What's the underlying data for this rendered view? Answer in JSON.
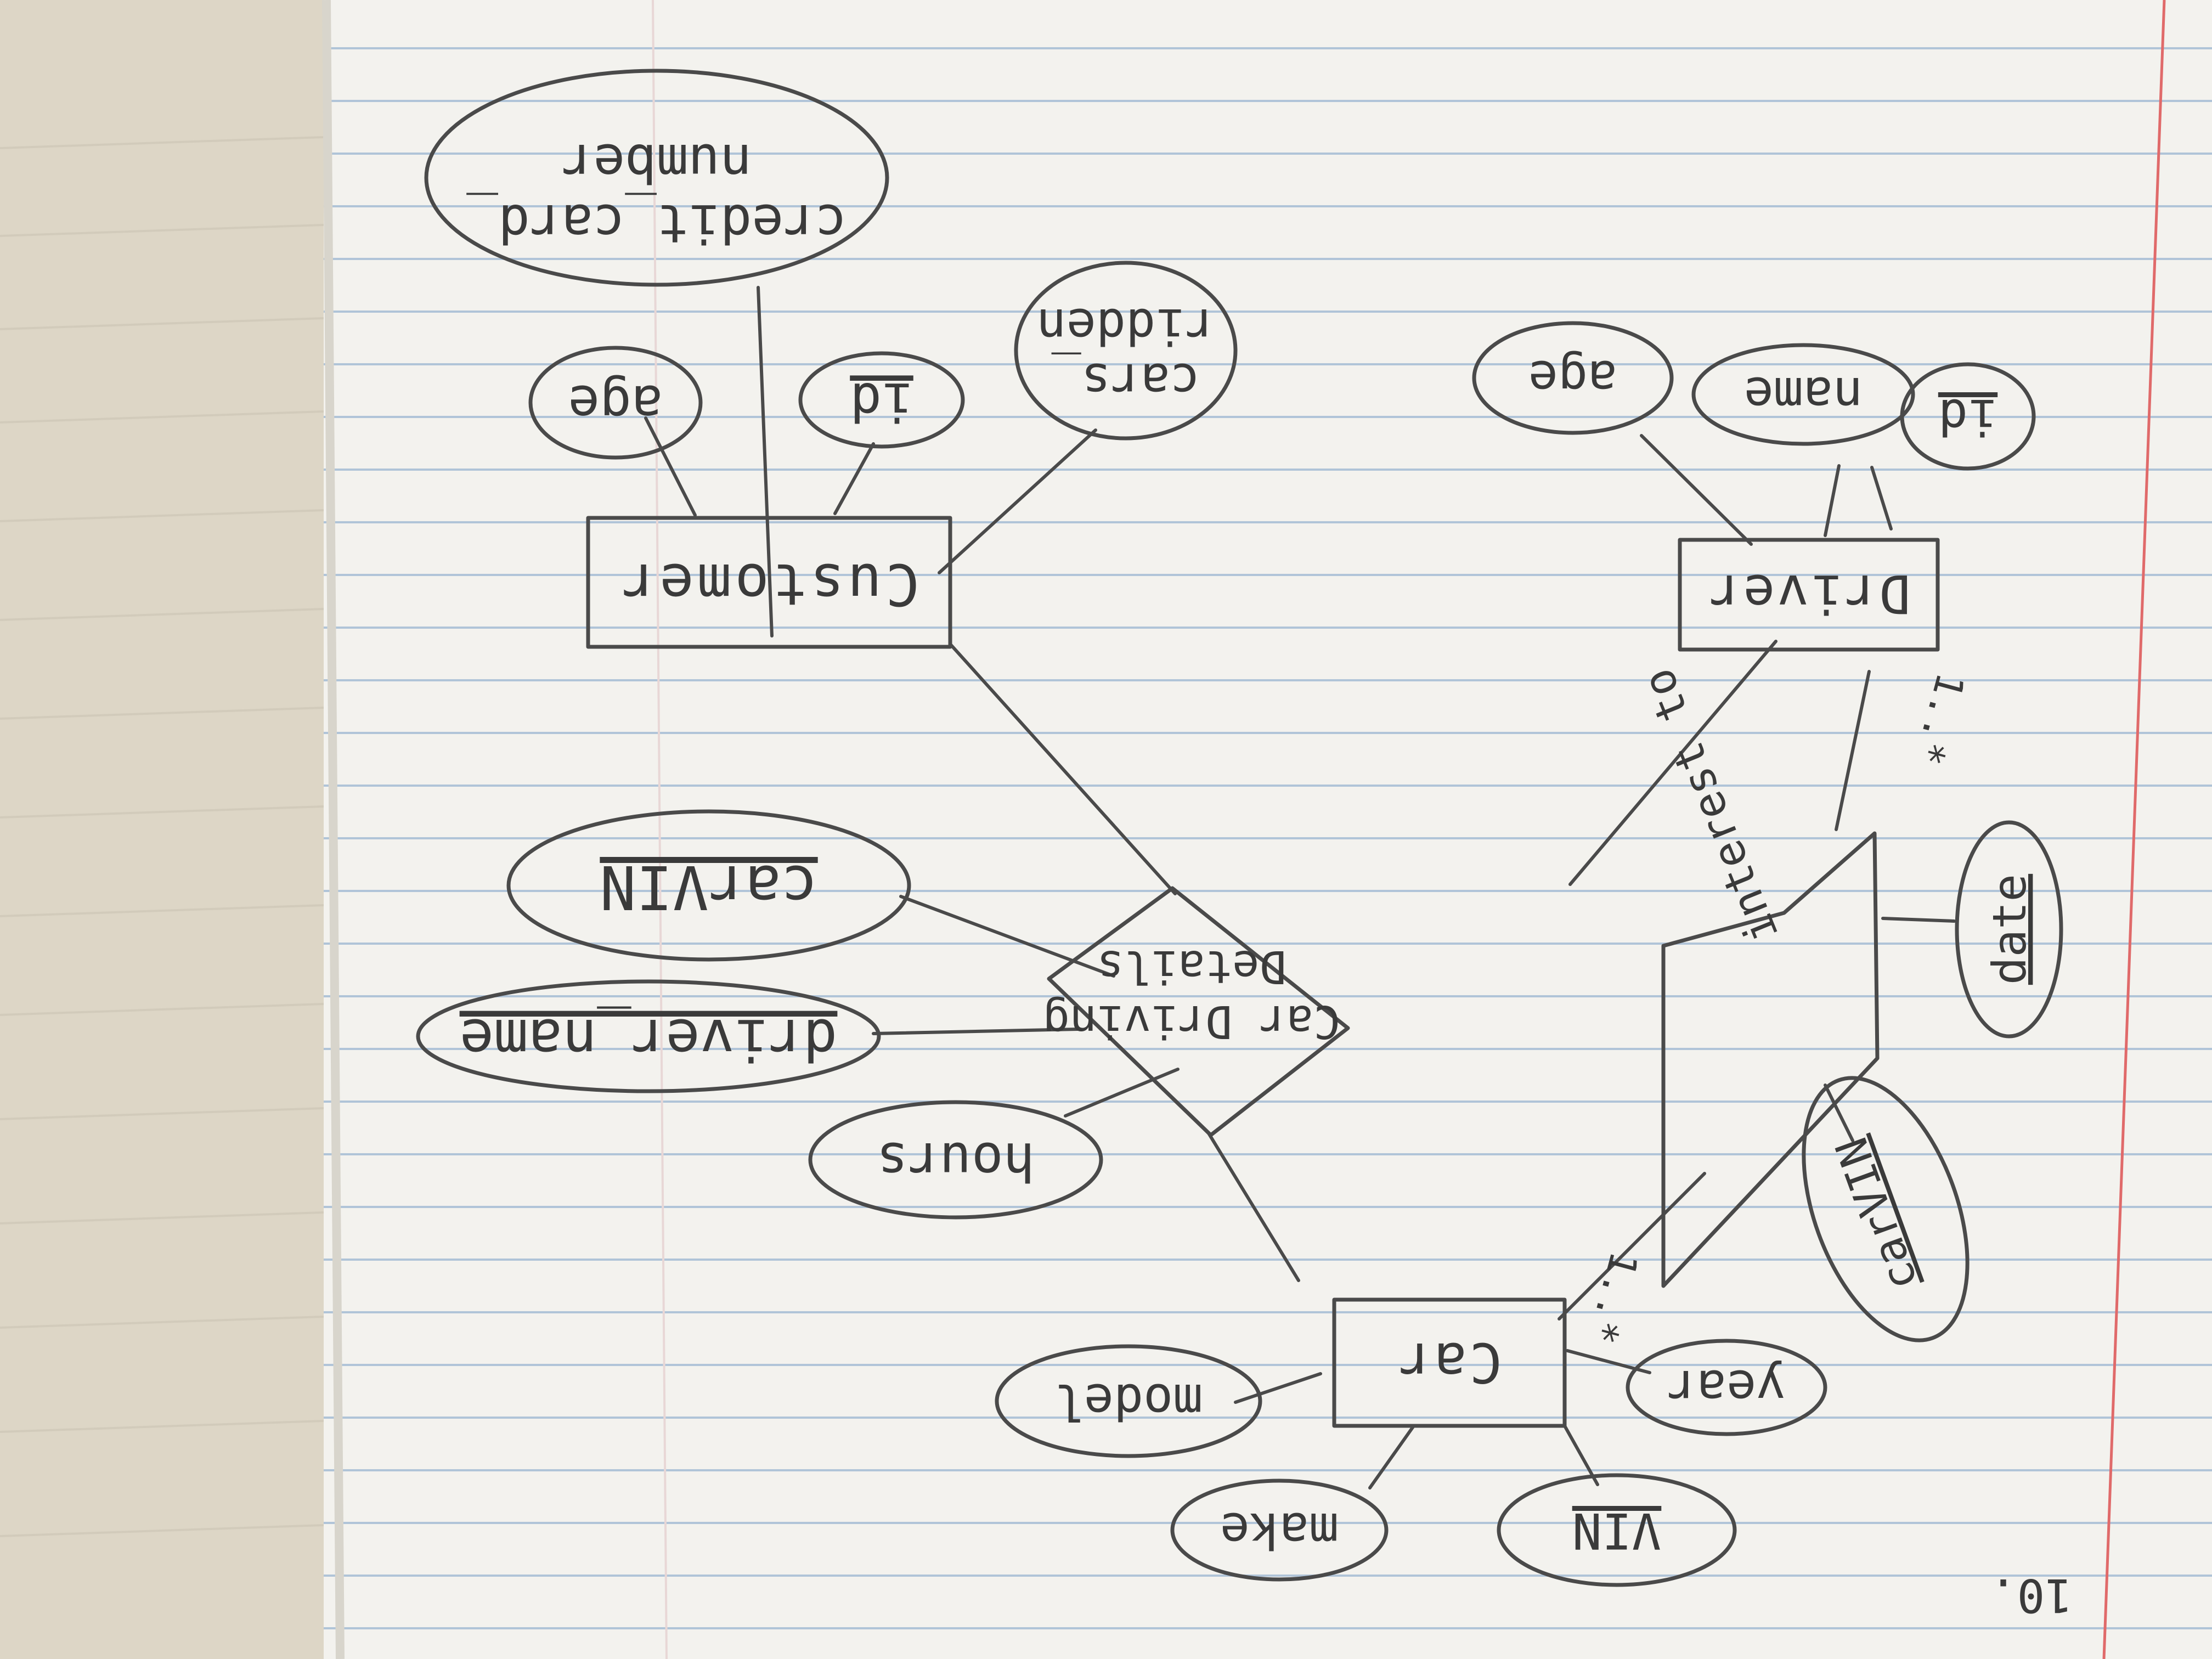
{
  "page": {
    "number": "10."
  },
  "diagram": {
    "entities": [
      {
        "id": "customer",
        "label": "Customer"
      },
      {
        "id": "driver",
        "label": "Driver"
      },
      {
        "id": "car",
        "label": "Car"
      }
    ],
    "relationships": [
      {
        "id": "car_driving_details",
        "label_line1": "Car Driving",
        "label_line2": "Details"
      },
      {
        "id": "interest_to",
        "label": "interest to"
      }
    ],
    "attributes": {
      "customer": [
        {
          "id": "c_credit",
          "label_line1": "credit_card_",
          "label_line2": "number"
        },
        {
          "id": "c_age",
          "label": "age"
        },
        {
          "id": "c_id",
          "label": "id",
          "key": true
        },
        {
          "id": "c_cars",
          "label_line1": "cars_",
          "label_line2": "ridden"
        }
      ],
      "driver": [
        {
          "id": "d_age",
          "label": "age"
        },
        {
          "id": "d_name",
          "label": "name"
        },
        {
          "id": "d_id",
          "label": "id",
          "key": true
        }
      ],
      "car_driving_details": [
        {
          "id": "r_carvin",
          "label": "carVIN",
          "key": true
        },
        {
          "id": "r_driver_name",
          "label": "driver_name",
          "key": true
        },
        {
          "id": "r_hours",
          "label": "hours"
        }
      ],
      "interest_to": [
        {
          "id": "i_date",
          "label": "date",
          "key": true
        },
        {
          "id": "i_carvin",
          "label": "carVIN",
          "key": true
        }
      ],
      "car": [
        {
          "id": "car_model",
          "label": "model"
        },
        {
          "id": "car_year",
          "label": "year"
        },
        {
          "id": "car_make",
          "label": "make"
        },
        {
          "id": "car_vin",
          "label": "VIN",
          "key": true
        }
      ]
    },
    "multiplicities": {
      "driver_interest": "1..*",
      "car_interest": "1..*"
    }
  }
}
